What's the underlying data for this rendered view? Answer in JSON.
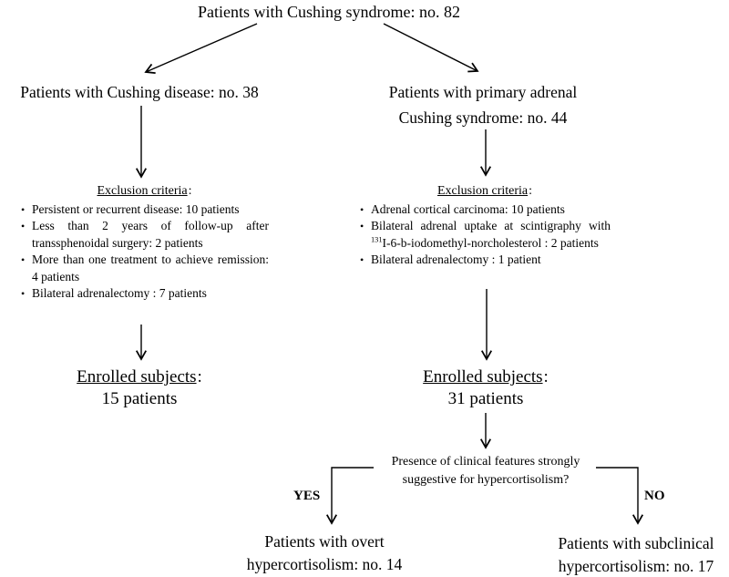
{
  "colors": {
    "background": "#ffffff",
    "text": "#000000",
    "line": "#000000"
  },
  "root": {
    "label": "Patients with Cushing syndrome: no. 82"
  },
  "left_branch": {
    "node": "Patients with Cushing disease: no. 38",
    "exclusion": {
      "header": "Exclusion criteria",
      "header_suffix": ":",
      "items": [
        "Persistent or recurrent disease: 10 patients",
        "Less than 2 years of follow-up after transsphenoidal surgery: 2 patients",
        "More than one treatment to achieve remission: 4 patients",
        "Bilateral adrenalectomy : 7 patients"
      ]
    },
    "enrolled": {
      "header": "Enrolled subjects",
      "header_suffix": ":",
      "count": "15 patients"
    }
  },
  "right_branch": {
    "node_line1": "Patients with primary adrenal",
    "node_line2": "Cushing syndrome: no. 44",
    "exclusion": {
      "header": "Exclusion criteria",
      "header_suffix": ":",
      "item1": "Adrenal cortical carcinoma: 10 patients",
      "item2_pre": "Bilateral adrenal uptake at scintigraphy with ",
      "item2_sup": "131",
      "item2_post": "I-6-b-iodomethyl-norcholesterol : 2 patients",
      "item3": "Bilateral adrenalectomy : 1 patient"
    },
    "enrolled": {
      "header": "Enrolled subjects",
      "header_suffix": ":",
      "count": "31 patients"
    }
  },
  "decision": {
    "question_line1": "Presence of clinical features strongly",
    "question_line2": "suggestive for hypercortisolism?",
    "yes_label": "YES",
    "no_label": "NO"
  },
  "outcomes": {
    "overt_line1": "Patients with overt",
    "overt_line2": "hypercortisolism: no. 14",
    "subclinical_line1": "Patients with subclinical",
    "subclinical_line2": "hypercortisolism: no. 17"
  }
}
